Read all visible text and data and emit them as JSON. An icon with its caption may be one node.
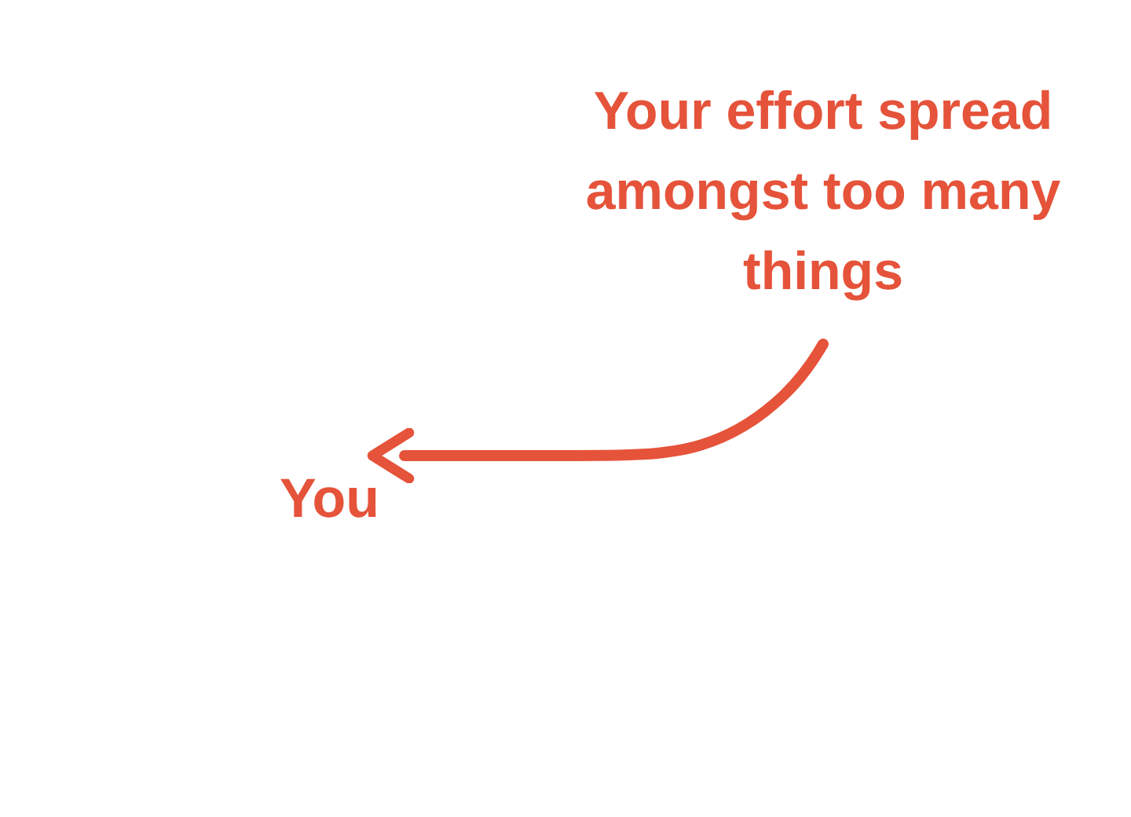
{
  "diagram": {
    "nodes": [
      {
        "text": [
          "Your effort spread amongst too many things"
        ]
      },
      {
        "text": [
          "You"
        ]
      }
    ],
    "edges": [
      {
        "from": 0,
        "to": 1,
        "arrow": "to"
      }
    ]
  }
}
